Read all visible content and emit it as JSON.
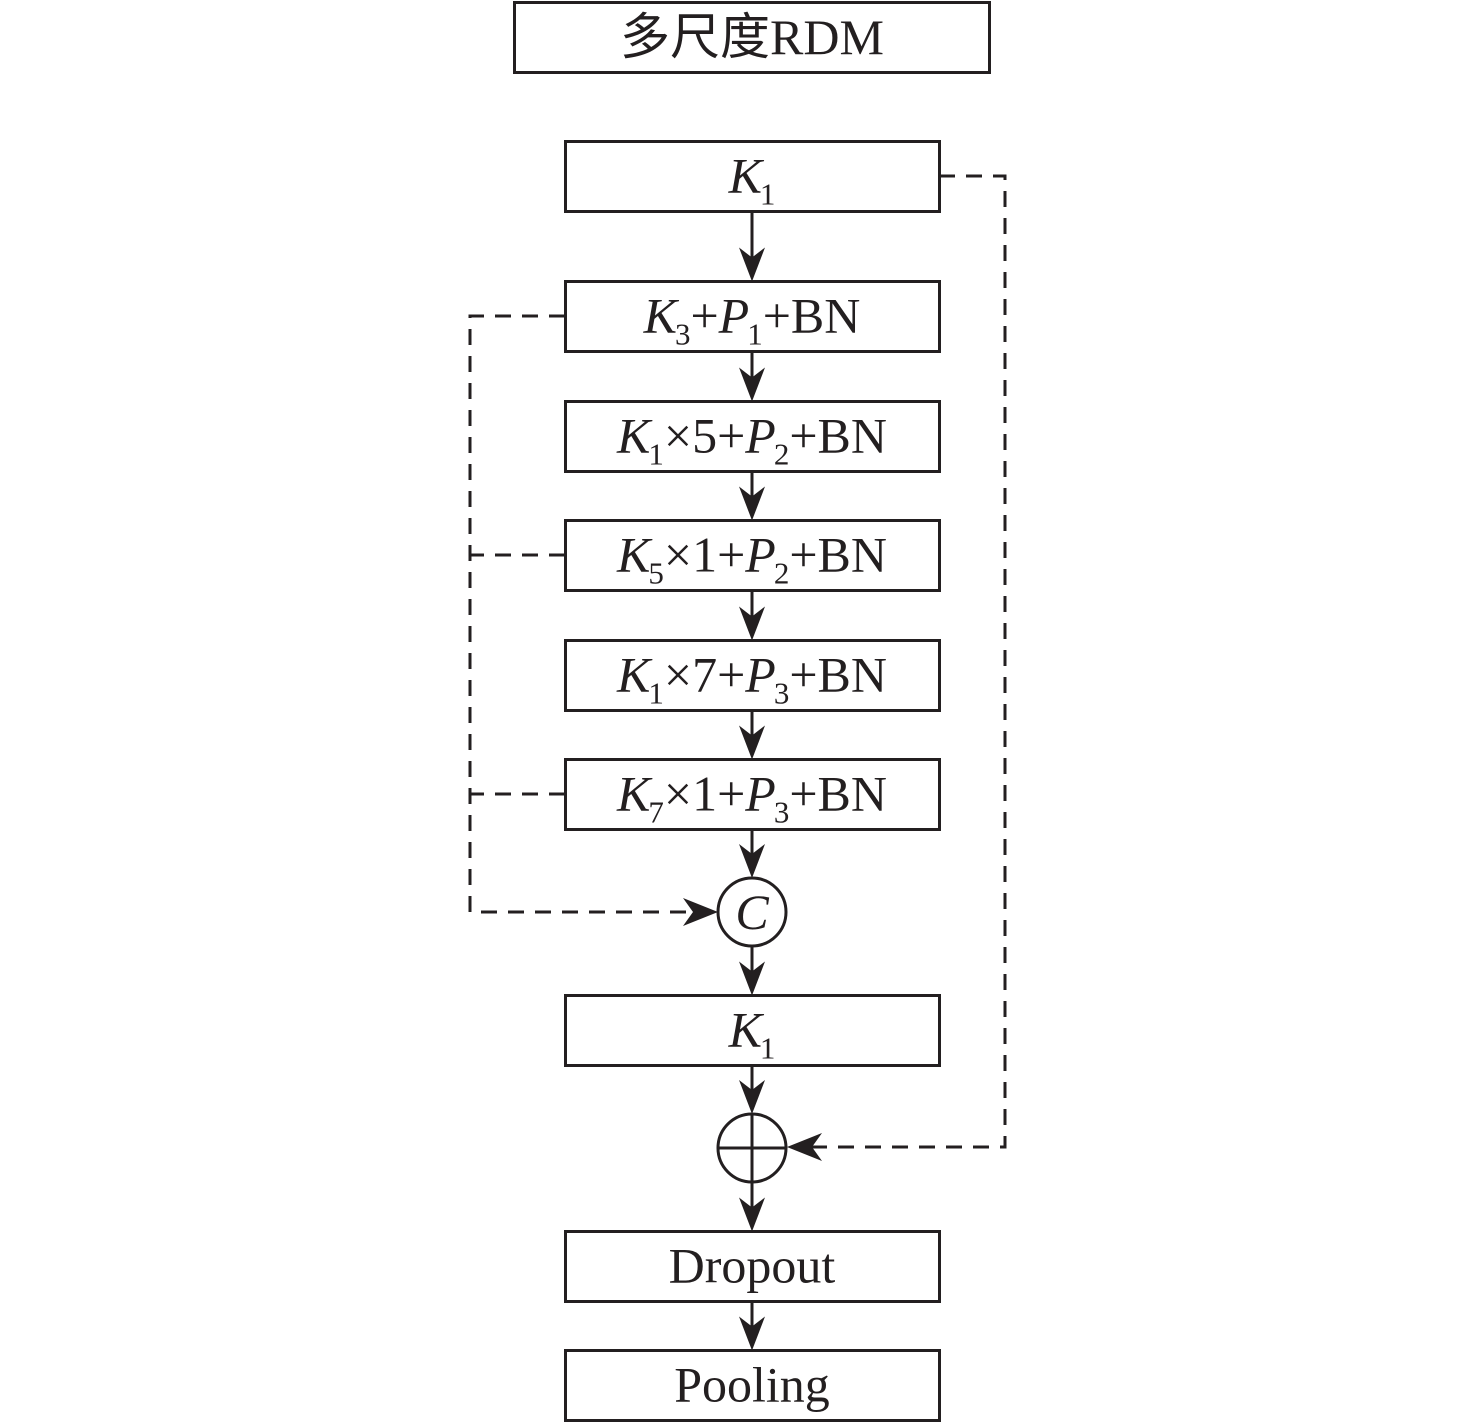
{
  "title": "多尺度RDM",
  "colors": {
    "stroke": "#231f20",
    "background": "#ffffff"
  },
  "nodes": [
    {
      "id": "k1-top",
      "type": "box",
      "parts": [
        {
          "t": "K",
          "i": true
        },
        {
          "t": "1",
          "sub": true
        }
      ]
    },
    {
      "id": "k3-p1-bn",
      "type": "box",
      "parts": [
        {
          "t": "K",
          "i": true
        },
        {
          "t": "3",
          "sub": true
        },
        {
          "t": "+"
        },
        {
          "t": "P",
          "i": true
        },
        {
          "t": "1",
          "sub": true
        },
        {
          "t": "+BN"
        }
      ]
    },
    {
      "id": "k1x5-p2-bn",
      "type": "box",
      "parts": [
        {
          "t": "K",
          "i": true
        },
        {
          "t": "1",
          "sub": true
        },
        {
          "t": "×5+"
        },
        {
          "t": "P",
          "i": true
        },
        {
          "t": "2",
          "sub": true
        },
        {
          "t": "+BN"
        }
      ]
    },
    {
      "id": "k5x1-p2-bn",
      "type": "box",
      "parts": [
        {
          "t": "K",
          "i": true
        },
        {
          "t": "5",
          "sub": true
        },
        {
          "t": "×1+"
        },
        {
          "t": "P",
          "i": true
        },
        {
          "t": "2",
          "sub": true
        },
        {
          "t": "+BN"
        }
      ]
    },
    {
      "id": "k1x7-p3-bn",
      "type": "box",
      "parts": [
        {
          "t": "K",
          "i": true
        },
        {
          "t": "1",
          "sub": true
        },
        {
          "t": "×7+"
        },
        {
          "t": "P",
          "i": true
        },
        {
          "t": "3",
          "sub": true
        },
        {
          "t": "+BN"
        }
      ]
    },
    {
      "id": "k7x1-p3-bn",
      "type": "box",
      "parts": [
        {
          "t": "K",
          "i": true
        },
        {
          "t": "7",
          "sub": true
        },
        {
          "t": "×1+"
        },
        {
          "t": "P",
          "i": true
        },
        {
          "t": "3",
          "sub": true
        },
        {
          "t": "+BN"
        }
      ]
    },
    {
      "id": "concat",
      "type": "circle",
      "label": "C"
    },
    {
      "id": "k1-bottom",
      "type": "box",
      "parts": [
        {
          "t": "K",
          "i": true
        },
        {
          "t": "1",
          "sub": true
        }
      ]
    },
    {
      "id": "add",
      "type": "circle-plus"
    },
    {
      "id": "dropout",
      "type": "box",
      "parts": [
        {
          "t": "Dropout"
        }
      ]
    },
    {
      "id": "pooling",
      "type": "box",
      "parts": [
        {
          "t": "Pooling"
        }
      ]
    }
  ],
  "edges": [
    {
      "from": "k1-top",
      "to": "k3-p1-bn",
      "style": "solid"
    },
    {
      "from": "k3-p1-bn",
      "to": "k1x5-p2-bn",
      "style": "solid"
    },
    {
      "from": "k1x5-p2-bn",
      "to": "k5x1-p2-bn",
      "style": "solid"
    },
    {
      "from": "k5x1-p2-bn",
      "to": "k1x7-p3-bn",
      "style": "solid"
    },
    {
      "from": "k1x7-p3-bn",
      "to": "k7x1-p3-bn",
      "style": "solid"
    },
    {
      "from": "k7x1-p3-bn",
      "to": "concat",
      "style": "solid"
    },
    {
      "from": "concat",
      "to": "k1-bottom",
      "style": "solid"
    },
    {
      "from": "k1-bottom",
      "to": "add",
      "style": "solid"
    },
    {
      "from": "add",
      "to": "dropout",
      "style": "solid"
    },
    {
      "from": "dropout",
      "to": "pooling",
      "style": "solid"
    },
    {
      "from": "k3-p1-bn",
      "to": "concat",
      "style": "dashed"
    },
    {
      "from": "k5x1-p2-bn",
      "to": "concat",
      "style": "dashed"
    },
    {
      "from": "k7x1-p3-bn",
      "to": "concat",
      "style": "dashed"
    },
    {
      "from": "k1-top",
      "to": "add",
      "style": "dashed"
    }
  ]
}
